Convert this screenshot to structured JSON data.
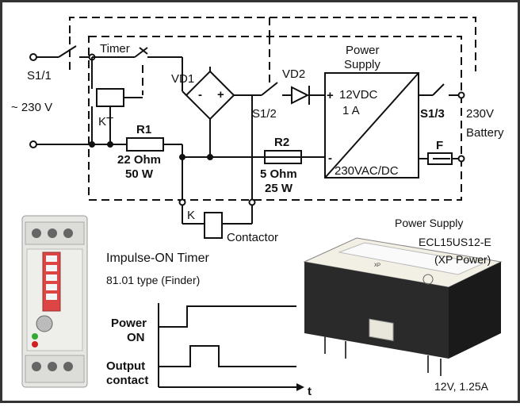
{
  "diagram": {
    "switches": {
      "s1_1": "S1/1",
      "s1_2": "S1/2",
      "s1_3": "S1/3"
    },
    "timer_label": "Timer",
    "kt_label": "KT",
    "mains_label": "~ 230 V",
    "vd1_label": "VD1",
    "bridge_minus": "-",
    "bridge_plus": "+",
    "vd2_label": "VD2",
    "r1": {
      "name": "R1",
      "value": "22 Ohm",
      "power": "50 W"
    },
    "r2": {
      "name": "R2",
      "value": "5 Ohm",
      "power": "25 W"
    },
    "power_supply_title_1": "Power",
    "power_supply_title_2": "Supply",
    "ps_out_plus": "+",
    "ps_out_voltage": "12VDC",
    "ps_out_current": "1 A",
    "ps_in_minus": "-",
    "ps_type": "230VAC/DC",
    "fuse_label": "F",
    "battery_voltage": "230V",
    "battery_label": "Battery",
    "contactor_k": "K",
    "contactor_label": "Contactor"
  },
  "timer_photo": {
    "title": "Impulse-ON Timer",
    "subtitle": "81.01 type (Finder)"
  },
  "timing": {
    "power_line_1": "Power",
    "power_line_2": "ON",
    "output_line_1": "Output",
    "output_line_2": "contact",
    "time_axis": "t"
  },
  "psu_photo": {
    "caption_1": "Power Supply",
    "caption_2": "ECL15US12-E",
    "caption_3": "(XP Power)",
    "rating": "12V, 1.25A",
    "body_color": "#222222",
    "label_color": "#f4f1e6"
  },
  "colors": {
    "line": "#111111",
    "frame": "#333333"
  }
}
